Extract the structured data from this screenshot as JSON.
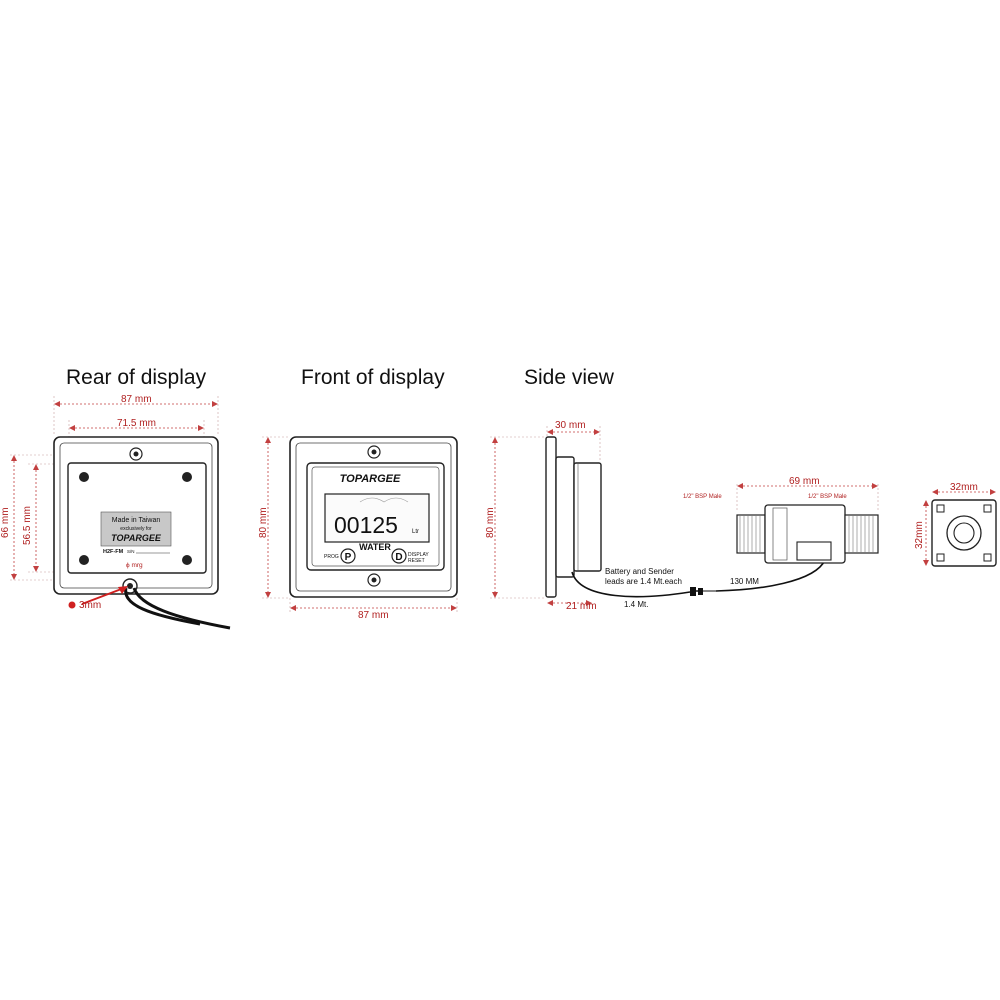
{
  "headings": {
    "rear": "Rear of display",
    "front": "Front of display",
    "side": "Side view"
  },
  "rear": {
    "dim_width_outer": "87 mm",
    "dim_width_inner": "71.5 mm",
    "dim_height_outer": "66 mm",
    "dim_height_inner": "56.5 mm",
    "dim_hole": "3mm",
    "label": {
      "made_in": "Made in Taiwan",
      "exclusively": "exclusively for",
      "brand": "TOPARGEE",
      "model": "H2F-FM",
      "sn": "S/N"
    },
    "hole_note": "ϕ mrg"
  },
  "front": {
    "dim_height": "80 mm",
    "dim_width": "87 mm",
    "brand": "TOPARGEE",
    "reading": "00125",
    "unit": "Ltr",
    "mode": "WATER",
    "prog_label": "PROG",
    "p_button": "P",
    "d_button": "D",
    "display_label": "DISPLAY",
    "reset_label": "RESET"
  },
  "side": {
    "dim_depth": "30 mm",
    "dim_height": "80 mm",
    "dim_flange": "21 mm",
    "leads_note_line1": "Battery and Sender",
    "leads_note_line2": "leads are 1.4 Mt.each",
    "lead_length": "1.4 Mt.",
    "sender_cable": "130 MM",
    "sender_length": "69 mm",
    "bsp_left": "1/2\" BSP Male",
    "bsp_right": "1/2\" BSP Male"
  },
  "end": {
    "dim_width": "32mm",
    "dim_height": "32mm"
  },
  "colors": {
    "dimension": "#b02020",
    "outline": "#222222"
  }
}
